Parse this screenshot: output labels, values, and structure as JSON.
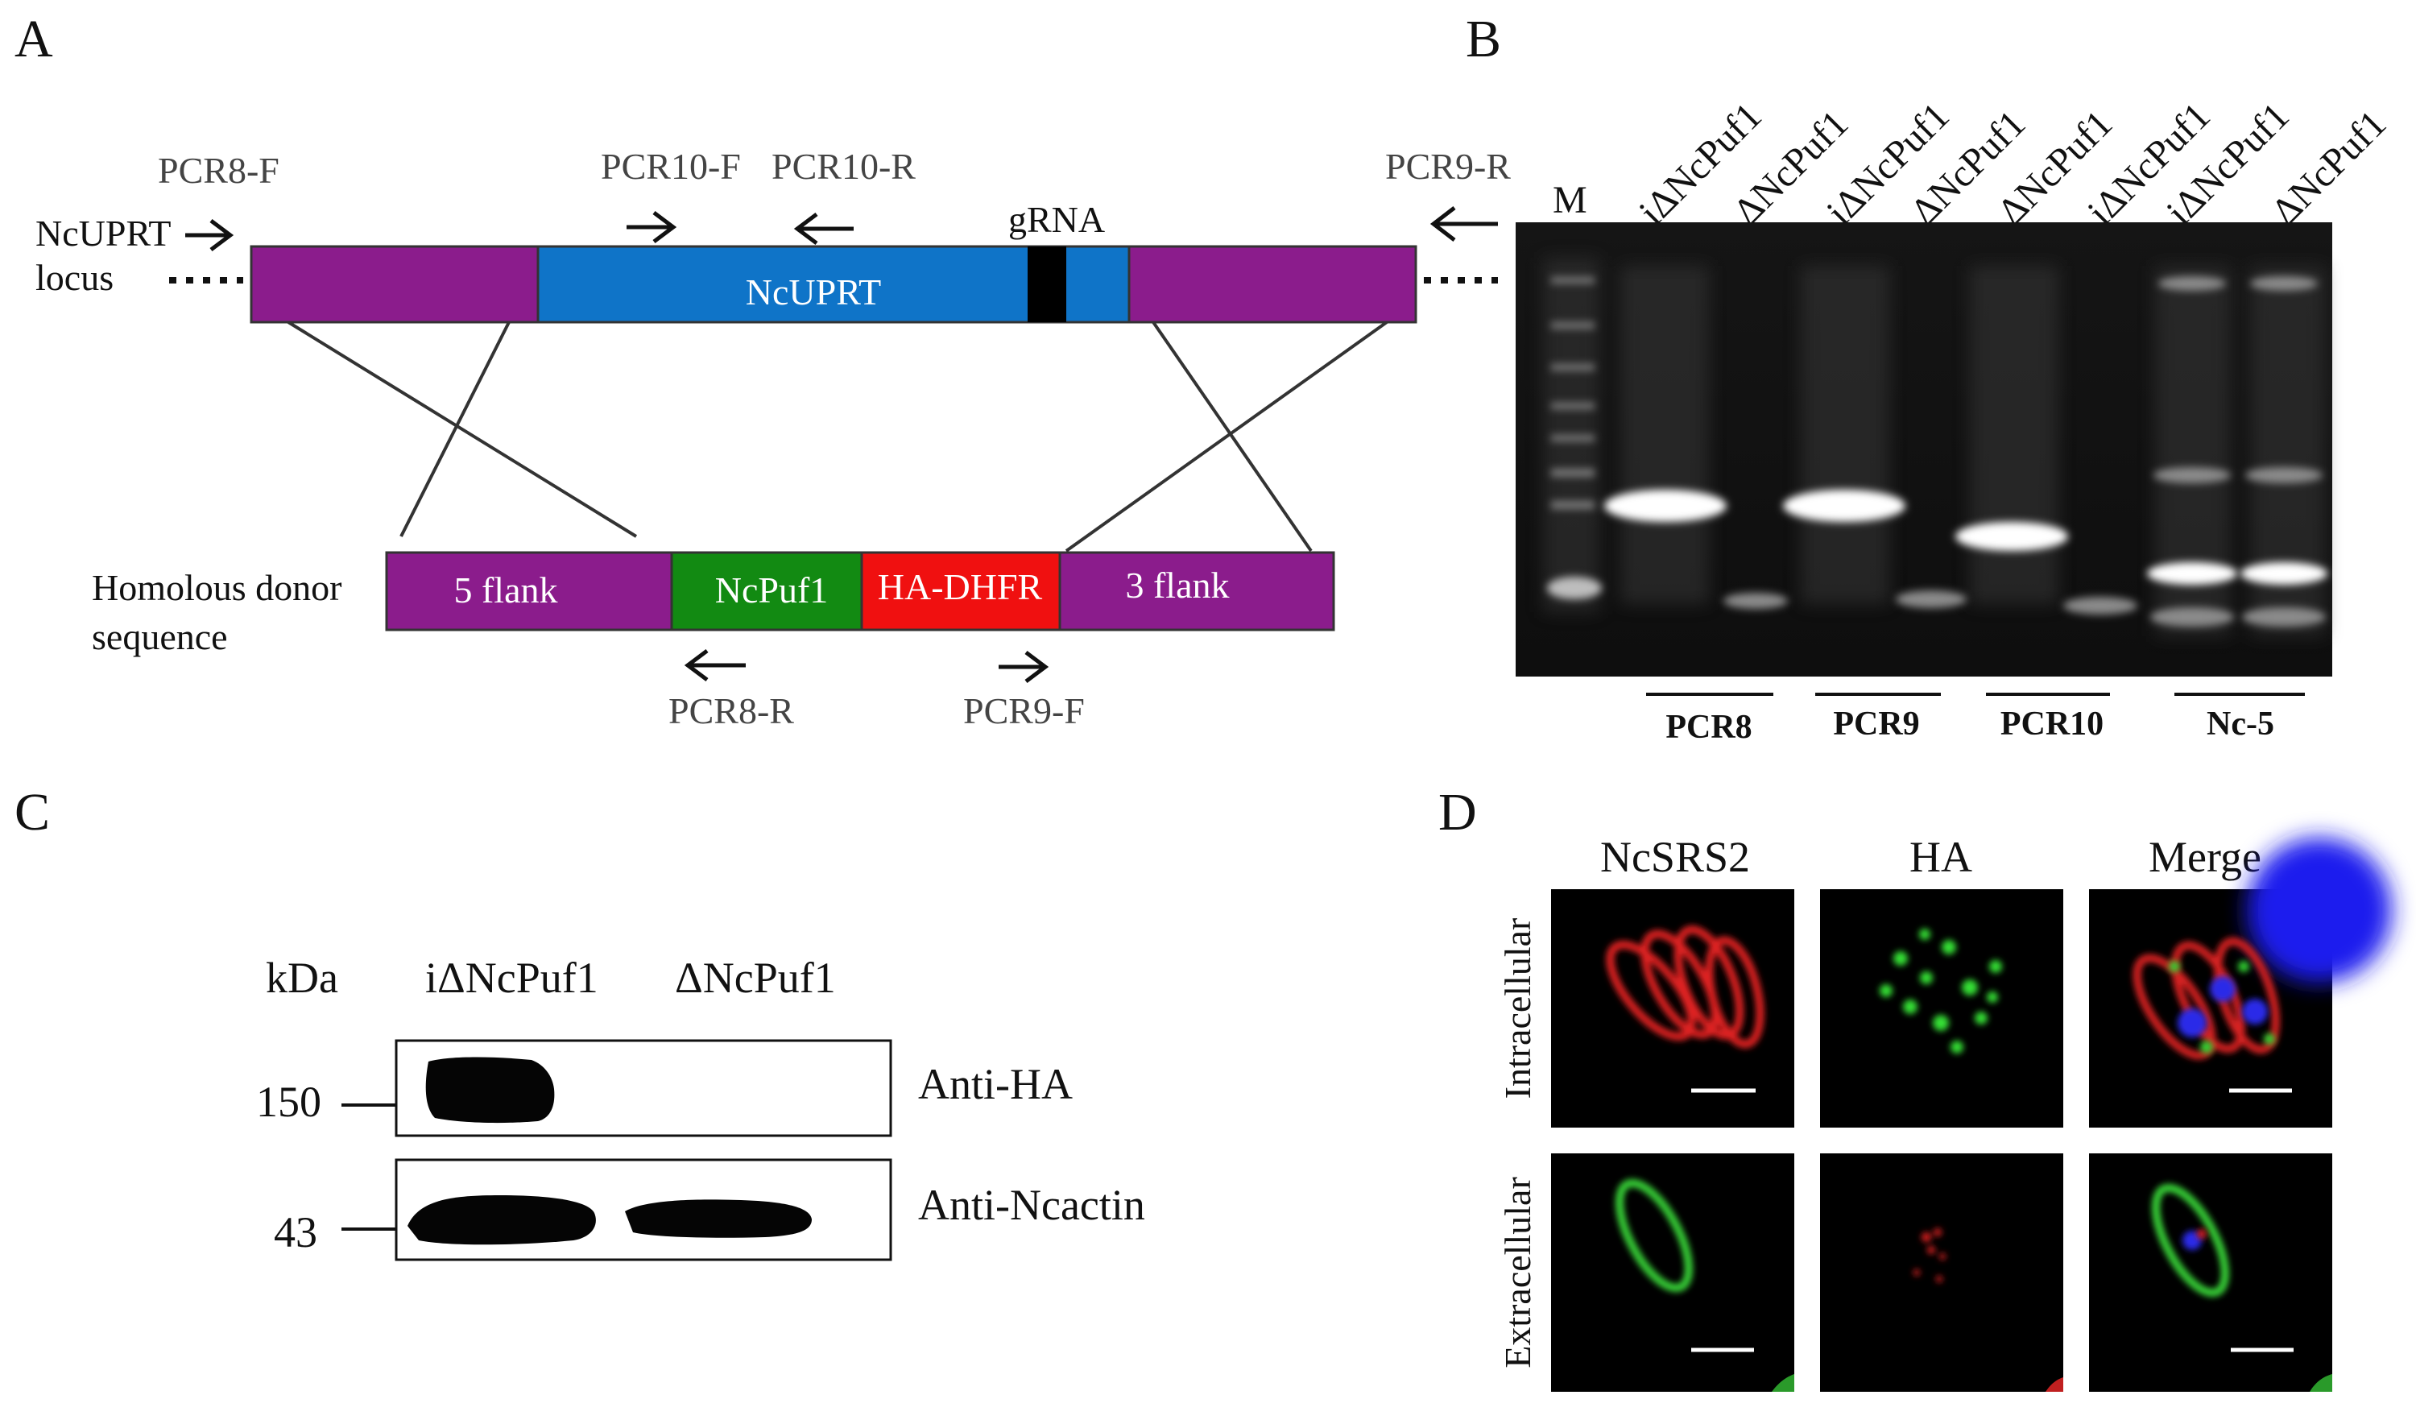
{
  "panel_a": {
    "letter": "A",
    "locus_label": [
      "NcUPRT",
      "locus"
    ],
    "donor_label": [
      "Homolous donor",
      "sequence"
    ],
    "primers": {
      "pcr8f": "PCR8-F",
      "pcr10f": "PCR10-F",
      "pcr10r": "PCR10-R",
      "pcr9r": "PCR9-R",
      "pcr8r": "PCR8-R",
      "pcr9f": "PCR9-F"
    },
    "grna": "gRNA",
    "locus_segments": {
      "gene": "NcUPRT"
    },
    "donor_segments": {
      "flank5": "5 flank",
      "puf": "NcPuf1",
      "ha": "HA-DHFR",
      "flank3": "3 flank"
    },
    "colors": {
      "flank": "#8B1C8C",
      "gene": "#0F74C8",
      "puf": "#128A12",
      "ha": "#F01010"
    }
  },
  "panel_b": {
    "letter": "B",
    "marker": "M",
    "lanes": [
      "iΔNcPuf1",
      "ΔNcPuf1",
      "iΔNcPuf1",
      "ΔNcPuf1",
      "ΔNcPuf1",
      "iΔNcPuf1",
      "iΔNcPuf1",
      "ΔNcPuf1"
    ],
    "groups": [
      "PCR8",
      "PCR9",
      "PCR10",
      "Nc-5"
    ]
  },
  "panel_c": {
    "letter": "C",
    "unit": "kDa",
    "lanes": [
      "iΔNcPuf1",
      "ΔNcPuf1"
    ],
    "markers": [
      "150",
      "43"
    ],
    "blots": [
      "Anti-HA",
      "Anti-Ncactin"
    ]
  },
  "panel_d": {
    "letter": "D",
    "columns": [
      "NcSRS2",
      "HA",
      "Merge"
    ],
    "rows": [
      "Intracellular",
      "Extracellular"
    ]
  }
}
